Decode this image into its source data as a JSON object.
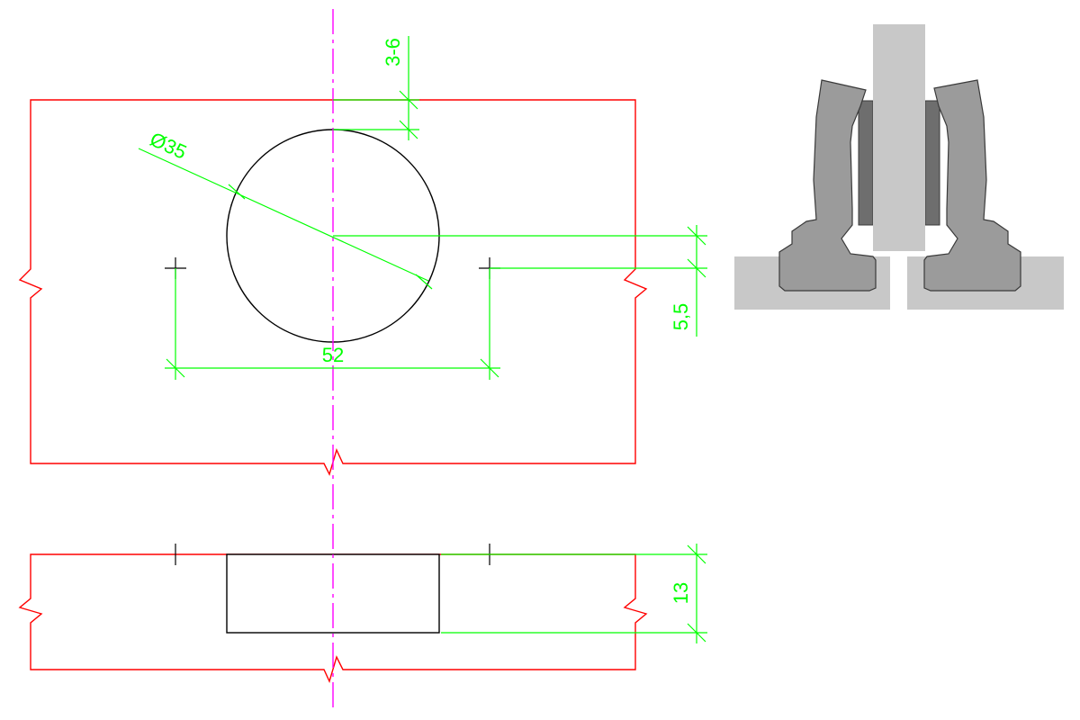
{
  "colors": {
    "outline": "#ff0000",
    "geometry": "#000000",
    "dimension": "#00ff00",
    "centerline": "#ff00ff",
    "part_light": "#c8c8c8",
    "part_mid": "#9b9b9b",
    "part_dark": "#6e6e6e"
  },
  "dimensions": {
    "hole_diameter": "Ø35",
    "edge_distance": "3-6",
    "screw_spacing": "52",
    "screw_offset": "5,5",
    "hole_depth": "13"
  }
}
